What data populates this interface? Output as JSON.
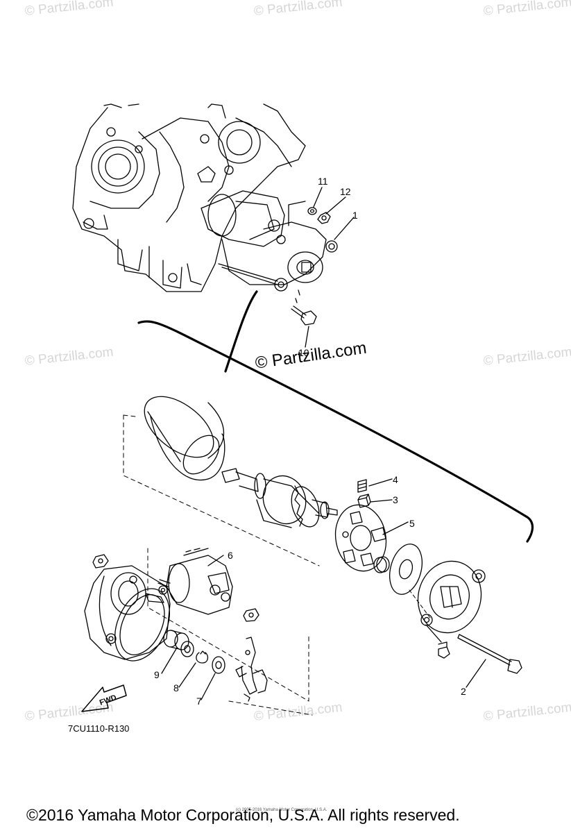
{
  "watermarks": {
    "text": "© Partzilla.com",
    "center_text": "© Partzilla.com"
  },
  "callouts": {
    "c1": "1",
    "c2": "2",
    "c3": "3",
    "c4": "4",
    "c5": "5",
    "c6": "6",
    "c7": "7",
    "c8": "8",
    "c9": "9",
    "c10": "10",
    "c11": "11",
    "c12": "12"
  },
  "fwd_label": "FWD",
  "diagram_code": "7CU1110-R130",
  "copyright": "©2016 Yamaha Motor Corporation, U.S.A. All rights reserved.",
  "copyright_small": "(c) 2005-2016 Yamaha Motor Corporation, U.S.A."
}
